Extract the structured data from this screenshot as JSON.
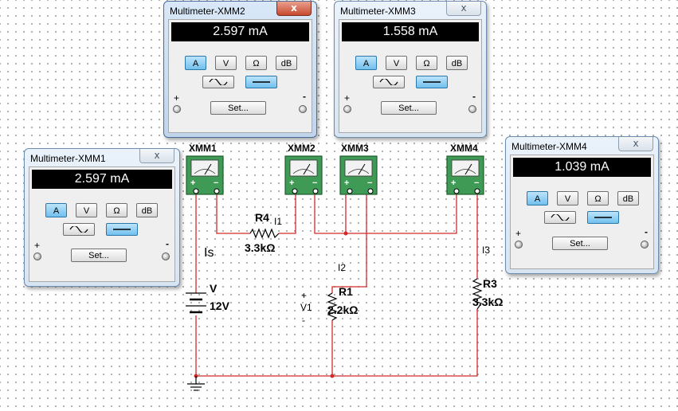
{
  "multimeters": [
    {
      "title": "Multimeter-XMM1",
      "reading": "2.597 mA",
      "close": "x",
      "modes": [
        "A",
        "V",
        "Ω",
        "dB"
      ],
      "active_mode": "A",
      "set_label": "Set...",
      "plus": "+",
      "minus": "-"
    },
    {
      "title": "Multimeter-XMM2",
      "reading": "2.597 mA",
      "close": "x",
      "modes": [
        "A",
        "V",
        "Ω",
        "dB"
      ],
      "active_mode": "A",
      "set_label": "Set...",
      "plus": "+",
      "minus": "-"
    },
    {
      "title": "Multimeter-XMM3",
      "reading": "1.558 mA",
      "close": "x",
      "modes": [
        "A",
        "V",
        "Ω",
        "dB"
      ],
      "active_mode": "A",
      "set_label": "Set...",
      "plus": "+",
      "minus": "-"
    },
    {
      "title": "Multimeter-XMM4",
      "reading": "1.039 mA",
      "close": "x",
      "modes": [
        "A",
        "V",
        "Ω",
        "dB"
      ],
      "active_mode": "A",
      "set_label": "Set...",
      "plus": "+",
      "minus": "-"
    }
  ],
  "schematic": {
    "meter_labels": [
      "XMM1",
      "XMM2",
      "XMM3",
      "XMM4"
    ],
    "r4": {
      "name": "R4",
      "value": "3.3kΩ"
    },
    "r1": {
      "name": "R1",
      "value": "2.2kΩ"
    },
    "r3": {
      "name": "R3",
      "value": "3.3kΩ"
    },
    "source": {
      "name": "V",
      "value": "12V"
    },
    "v1": {
      "plus": "+",
      "name": "V1",
      "minus": "-"
    },
    "currents": {
      "is": "Is",
      "i1": "I1",
      "i2": "I2",
      "i3": "I3"
    },
    "terminal_plus": "+",
    "terminal_minus": "−"
  },
  "colors": {
    "wire": "#d12a2a",
    "display_bg": "#000000",
    "display_text": "#ffffff",
    "meter_face": "#3f9a55",
    "button_active": "#72c0ee"
  },
  "icons": {
    "ac": "sine-wave-icon",
    "dc": "dc-line-icon",
    "meter": "meter-dial-icon"
  }
}
